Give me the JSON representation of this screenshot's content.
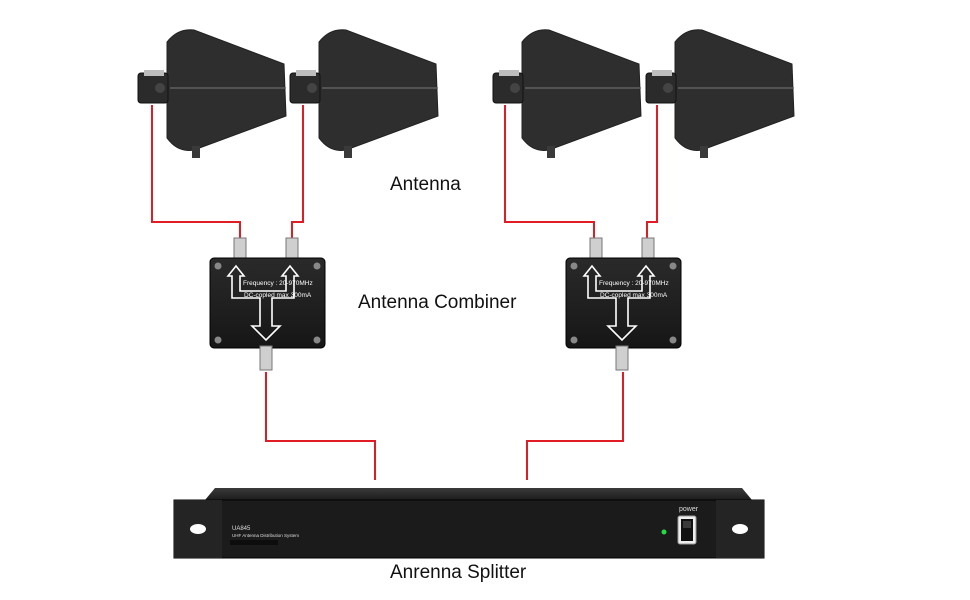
{
  "labels": {
    "antenna": "Antenna",
    "combiner": "Antenna Combiner",
    "splitter": "Anrenna Splitter"
  },
  "combiner": {
    "frequency": "Frequency : 20-970MHz",
    "dc": "DC-copled max 300mA"
  },
  "splitter": {
    "power_label": "power",
    "model": "UA845",
    "subtitle": "UHF Antenna Distribution System"
  },
  "colors": {
    "cable": "#e01d24",
    "device_body": "#1f1f1f",
    "text": "#111111"
  }
}
